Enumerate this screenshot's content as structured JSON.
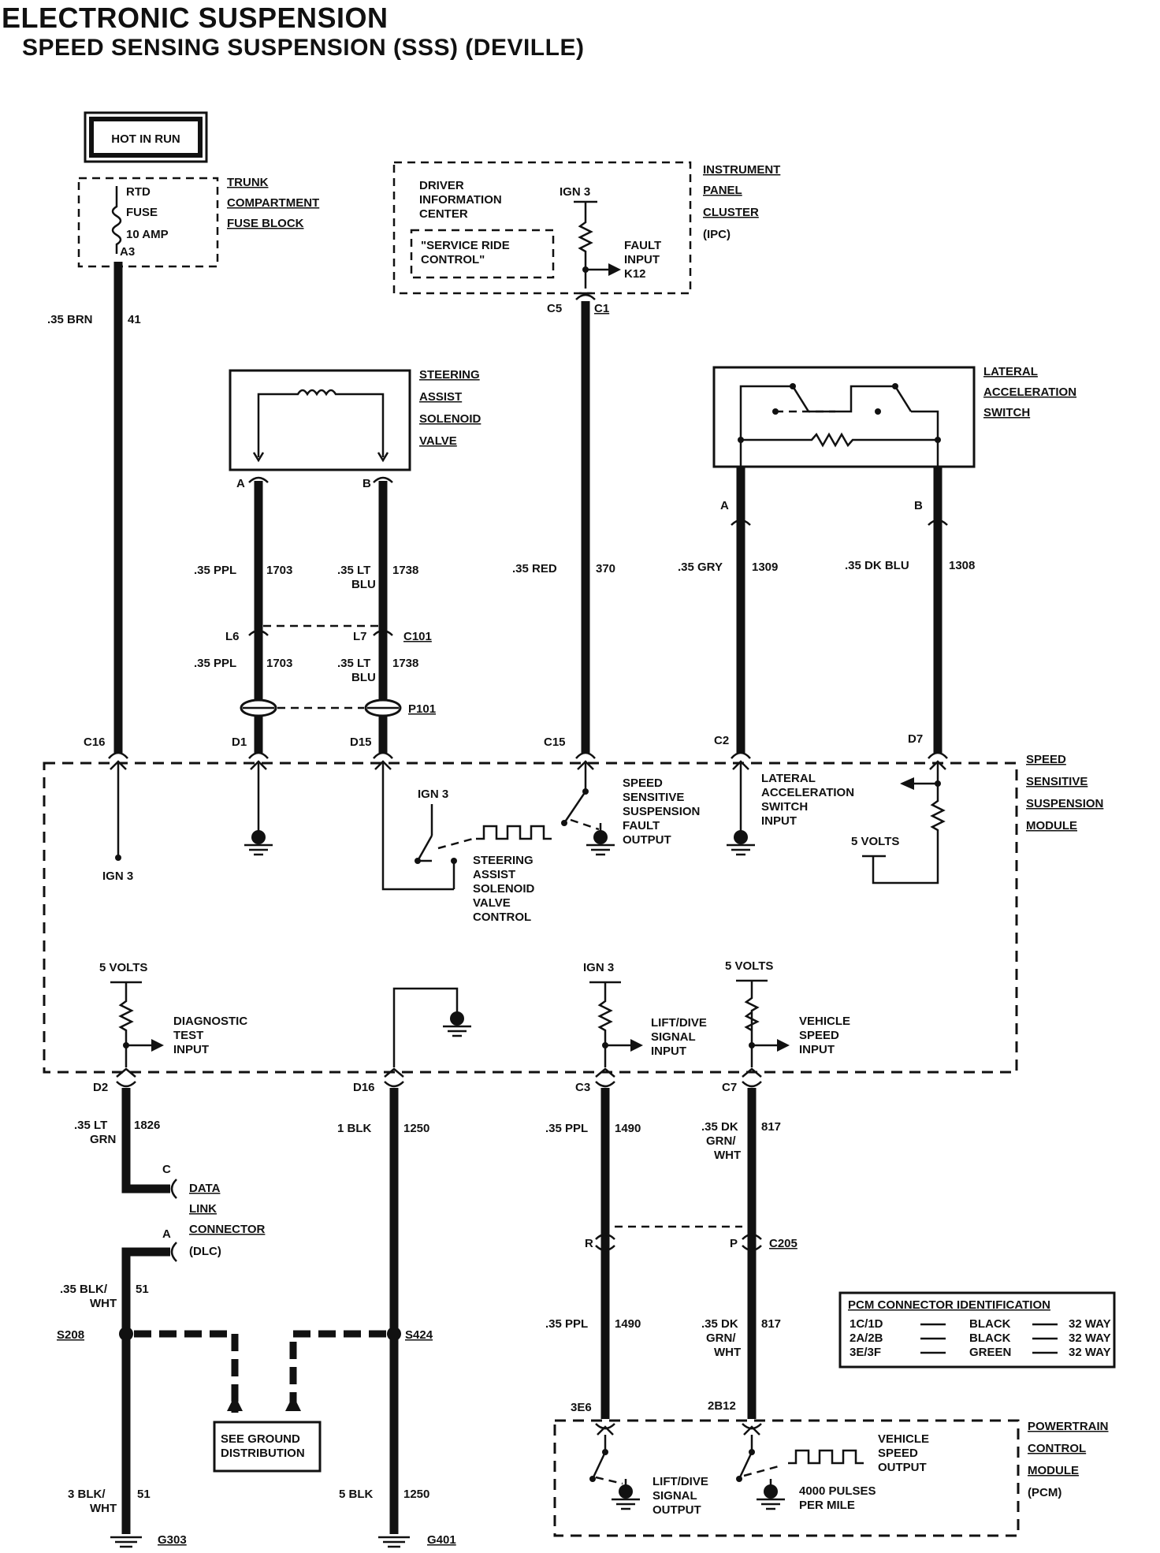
{
  "header": {
    "title": "ELECTRONIC SUSPENSION",
    "subtitle": "SPEED SENSING SUSPENSION (SSS) (DEVILLE)"
  },
  "power": {
    "hot_in_run": "HOT IN RUN",
    "fuse_lines": [
      "RTD",
      "FUSE",
      "10 AMP",
      "A3"
    ],
    "fuse_block_lines": [
      "TRUNK",
      "COMPARTMENT",
      "FUSE BLOCK"
    ]
  },
  "ipc": {
    "dic_lines": [
      "DRIVER",
      "INFORMATION",
      "CENTER"
    ],
    "message_lines": [
      "\"SERVICE RIDE",
      "CONTROL\""
    ],
    "ign": "IGN 3",
    "fault_lines": [
      "FAULT",
      "INPUT",
      "K12"
    ],
    "label_lines": [
      "INSTRUMENT",
      "PANEL",
      "CLUSTER",
      "(IPC)"
    ],
    "pin_c5": "C5",
    "pin_c1": "C1"
  },
  "steering_valve": {
    "label_lines": [
      "STEERING",
      "ASSIST",
      "SOLENOID",
      "VALVE"
    ],
    "pin_a": "A",
    "pin_b": "B"
  },
  "lateral_switch": {
    "label_lines": [
      "LATERAL",
      "ACCELERATION",
      "SWITCH"
    ],
    "pin_a": "A",
    "pin_b": "B"
  },
  "wires": {
    "w41": ".35 BRN",
    "w41_num": "41",
    "w1703": ".35 PPL",
    "w1703_num": "1703",
    "w1738a": ".35 LT",
    "w1738b": "BLU",
    "w1738_num": "1738",
    "w370": ".35 RED",
    "w370_num": "370",
    "w1309": ".35 GRY",
    "w1309_num": "1309",
    "w1308": ".35 DK BLU",
    "w1308_num": "1308",
    "w1826a": ".35 LT",
    "w1826b": "GRN",
    "w1826_num": "1826",
    "w1250": "1 BLK",
    "w1250_num": "1250",
    "w1490": ".35 PPL",
    "w1490_num": "1490",
    "w817a": ".35 DK",
    "w817b": "GRN/",
    "w817c": "WHT",
    "w817_num": "817",
    "w51a": ".35 BLK/",
    "w51b": "WHT",
    "w51_num": "51",
    "w51g_a": "3 BLK/",
    "w51g_b": "WHT",
    "w51g_num": "51",
    "w1250g": "5 BLK",
    "w1250g_num": "1250"
  },
  "connectors": {
    "l6": "L6",
    "l7": "L7",
    "c101": "C101",
    "p101": "P101",
    "c16": "C16",
    "d1": "D1",
    "d15": "D15",
    "c15": "C15",
    "c2": "C2",
    "d7": "D7",
    "d2": "D2",
    "d16": "D16",
    "c3": "C3",
    "c7": "C7",
    "r": "R",
    "p": "P",
    "c205": "C205",
    "dlc_c": "C",
    "dlc_a": "A",
    "s208": "S208",
    "s424": "S424",
    "g303": "G303",
    "g401": "G401",
    "e6": "3E6",
    "b12": "2B12"
  },
  "module": {
    "label_lines": [
      "SPEED",
      "SENSITIVE",
      "SUSPENSION",
      "MODULE"
    ],
    "ign3_a": "IGN 3",
    "ign3_b": "IGN 3",
    "fault_lines": [
      "SPEED",
      "SENSITIVE",
      "SUSPENSION",
      "FAULT",
      "OUTPUT"
    ],
    "lat_input_lines": [
      "LATERAL",
      "ACCELERATION",
      "SWITCH",
      "INPUT"
    ],
    "five_volts_a": "5 VOLTS",
    "steering_ctrl_lines": [
      "STEERING",
      "ASSIST",
      "SOLENOID",
      "VALVE",
      "CONTROL"
    ],
    "five_volts_b": "5 VOLTS",
    "diag_lines": [
      "DIAGNOSTIC",
      "TEST",
      "INPUT"
    ],
    "ign3_c": "IGN 3",
    "lift_lines": [
      "LIFT/DIVE",
      "SIGNAL",
      "INPUT"
    ],
    "five_volts_c": "5 VOLTS",
    "vss_lines": [
      "VEHICLE",
      "SPEED",
      "INPUT"
    ]
  },
  "dlc": {
    "label_lines": [
      "DATA",
      "LINK",
      "CONNECTOR",
      "(DLC)"
    ]
  },
  "ground_dist": {
    "lines": [
      "SEE GROUND",
      "DISTRIBUTION"
    ]
  },
  "pcm_table": {
    "title": "PCM CONNECTOR IDENTIFICATION",
    "rows": [
      {
        "pins": "1C/1D",
        "color": "BLACK",
        "way": "32 WAY"
      },
      {
        "pins": "2A/2B",
        "color": "BLACK",
        "way": "32 WAY"
      },
      {
        "pins": "3E/3F",
        "color": "GREEN",
        "way": "32 WAY"
      }
    ]
  },
  "pcm": {
    "label_lines": [
      "POWERTRAIN",
      "CONTROL",
      "MODULE",
      "(PCM)"
    ],
    "lift_lines": [
      "LIFT/DIVE",
      "SIGNAL",
      "OUTPUT"
    ],
    "vss_lines": [
      "VEHICLE",
      "SPEED",
      "OUTPUT"
    ],
    "pulse_lines": [
      "4000 PULSES",
      "PER MILE"
    ]
  }
}
